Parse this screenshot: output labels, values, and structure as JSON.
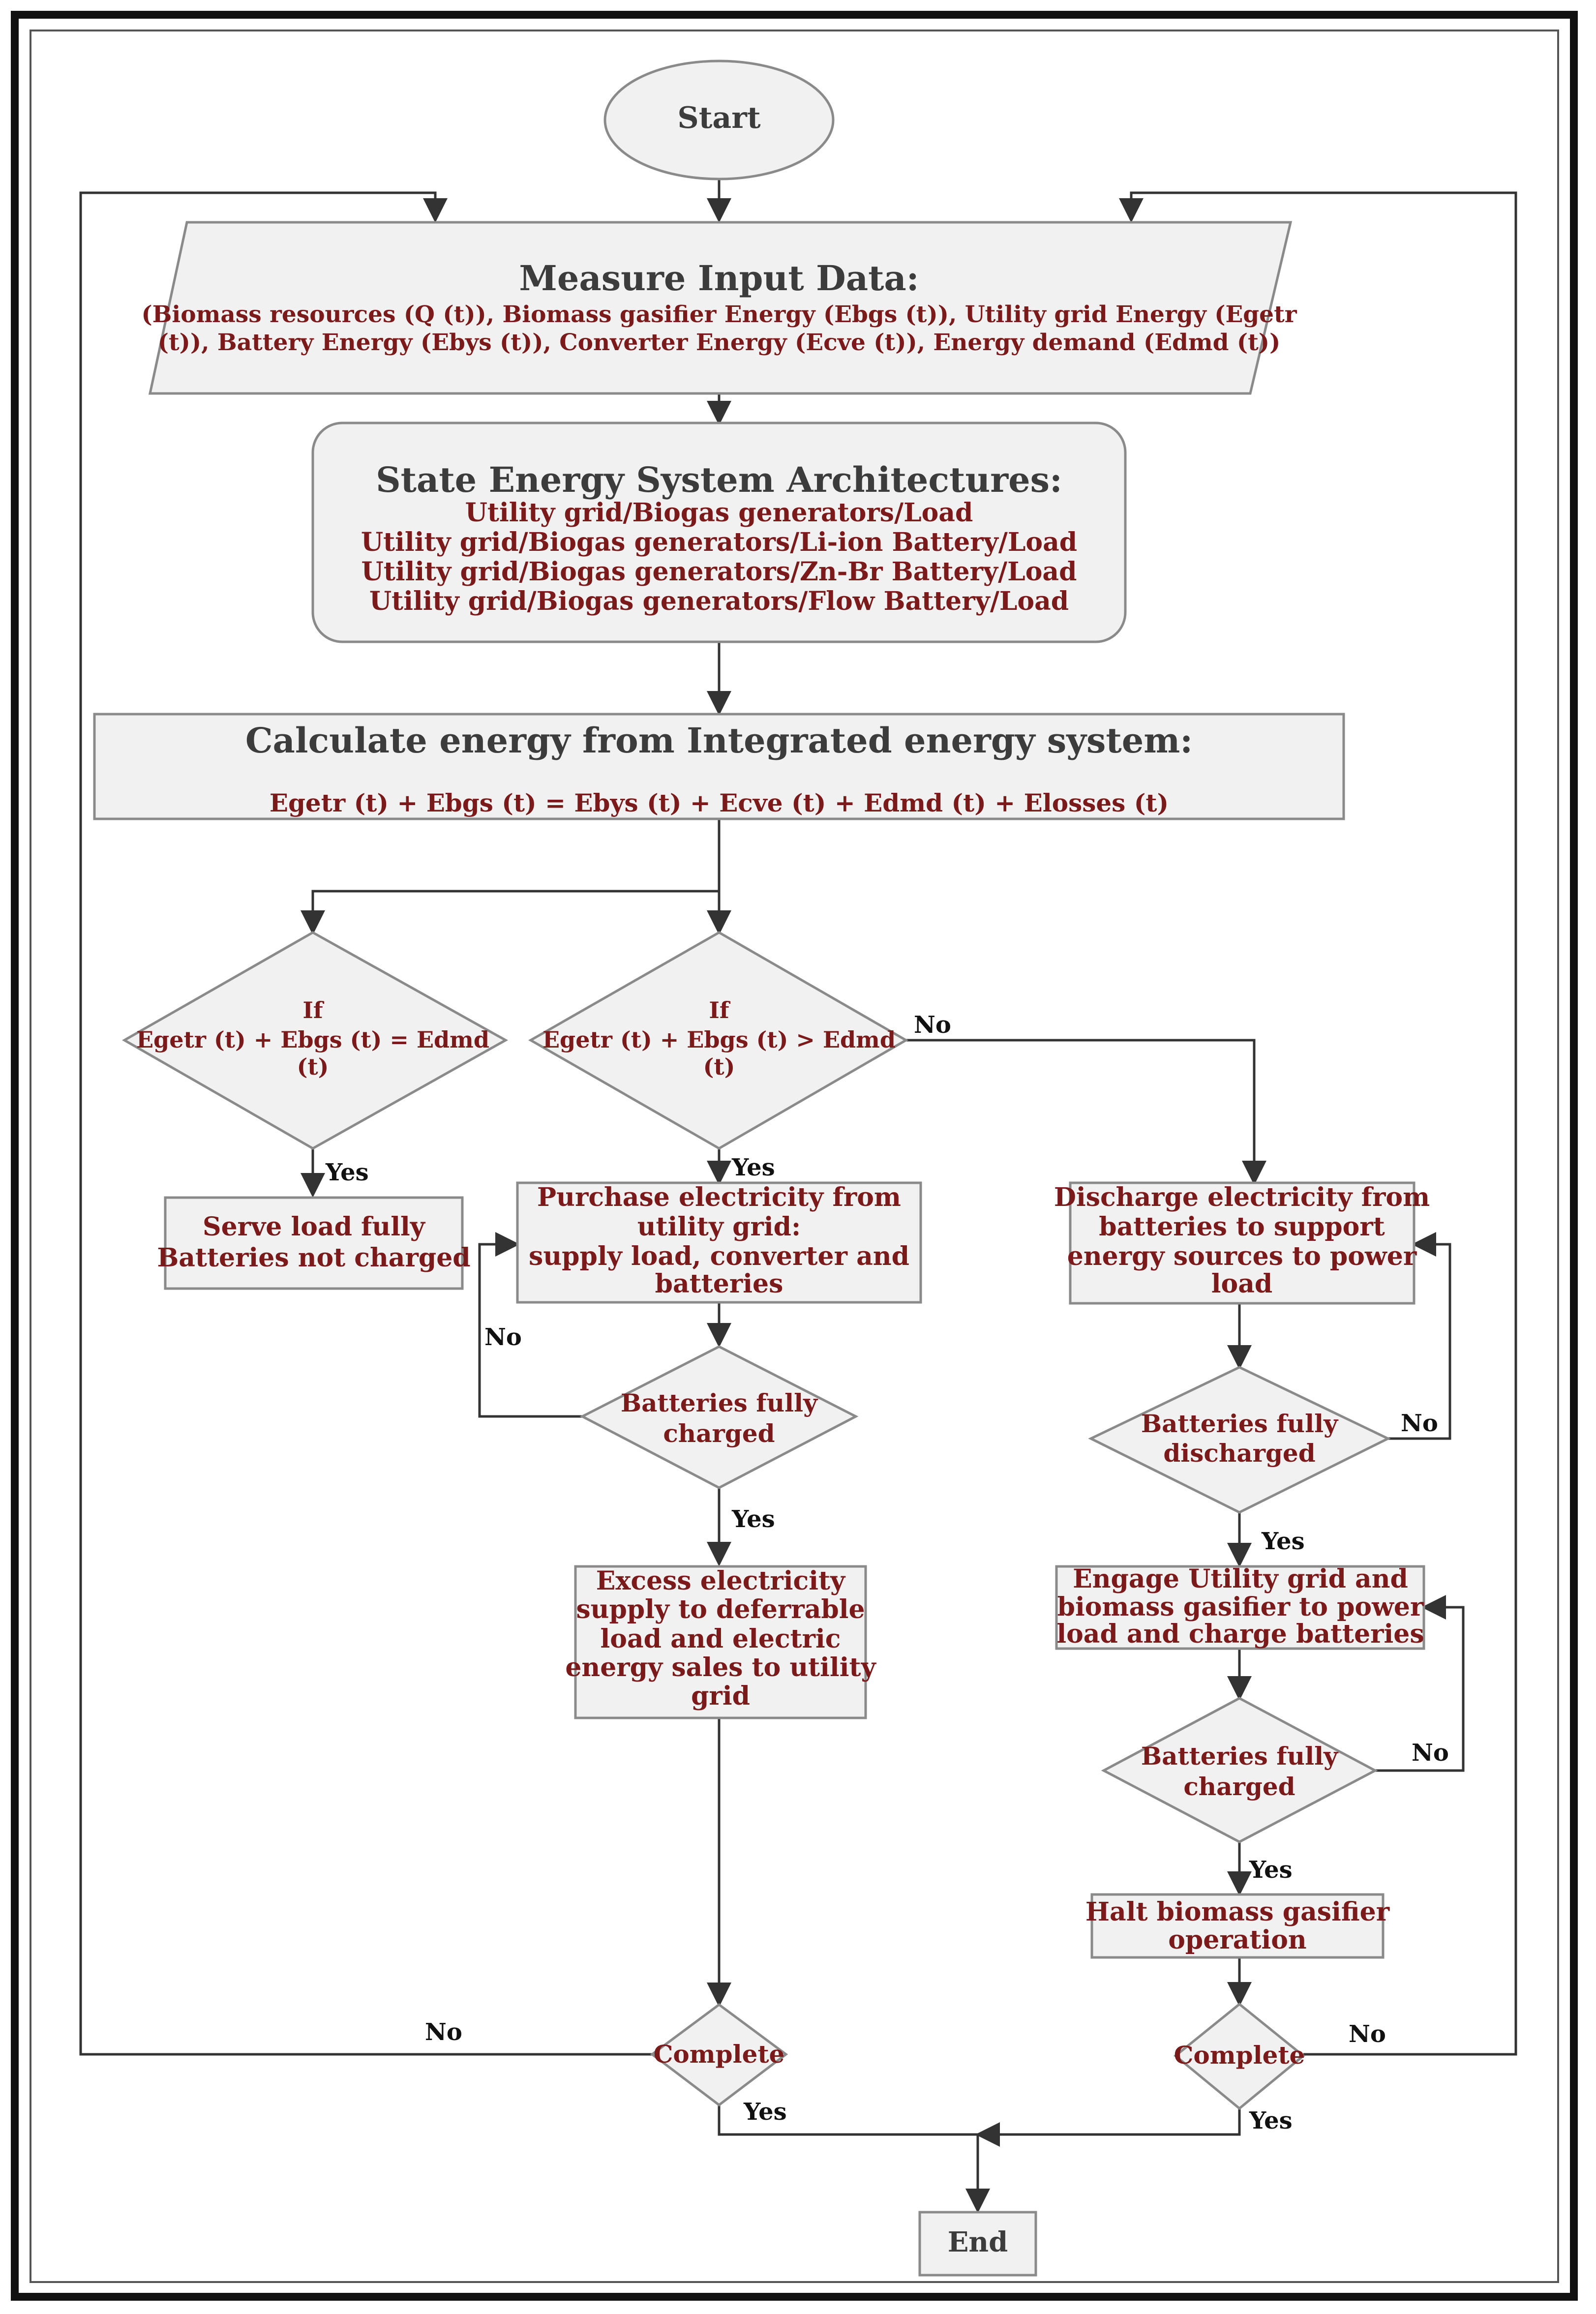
{
  "colors": {
    "node_fill": "#f1f1f1",
    "node_stroke": "#8a8a8a",
    "edge": "#333333",
    "text_dark_red": "#7a1a1a",
    "text_gray": "#3c3c3c",
    "frame": "#111111"
  },
  "nodes": {
    "start": {
      "label": "Start"
    },
    "input": {
      "title": "Measure Input Data:",
      "lines": [
        "(Biomass resources (Q (t)), Biomass gasifier Energy (Ebgs (t)), Utility grid Energy (Egetr",
        "(t)), Battery Energy (Ebys (t)), Converter Energy (Ecve (t)), Energy demand (Edmd (t))"
      ]
    },
    "architectures": {
      "title": "State Energy System Architectures:",
      "lines": [
        "Utility grid/Biogas generators/Load",
        "Utility grid/Biogas generators/Li-ion Battery/Load",
        "Utility grid/Biogas generators/Zn-Br Battery/Load",
        "Utility grid/Biogas generators/Flow Battery/Load"
      ]
    },
    "calculate": {
      "title": "Calculate energy from Integrated energy system:",
      "equation": "Egetr (t) + Ebgs (t) = Ebys (t) + Ecve (t) + Edmd (t) + Elosses (t)"
    },
    "decision_equal": {
      "lines": [
        "If",
        "Egetr (t) + Ebgs (t) = Edmd",
        "(t)"
      ]
    },
    "decision_greater": {
      "lines": [
        "If",
        "Egetr (t) + Ebgs (t) > Edmd",
        "(t)"
      ]
    },
    "serve_load": {
      "lines": [
        "Serve load fully",
        "Batteries not charged"
      ]
    },
    "purchase": {
      "lines": [
        "Purchase electricity from",
        "utility grid:",
        "supply load, converter and",
        "batteries"
      ]
    },
    "discharge": {
      "lines": [
        "Discharge electricity from",
        "batteries to support",
        "energy sources to power",
        "load"
      ]
    },
    "batt_charged_mid": {
      "lines": [
        "Batteries fully",
        "charged"
      ]
    },
    "batt_discharged": {
      "lines": [
        "Batteries fully",
        "discharged"
      ]
    },
    "excess": {
      "lines": [
        "Excess electricity",
        "supply to deferrable",
        "load and electric",
        "energy sales to utility",
        "grid"
      ]
    },
    "engage": {
      "lines": [
        "Engage Utility grid and",
        "biomass gasifier to power",
        "load and charge batteries"
      ]
    },
    "batt_charged_right": {
      "lines": [
        "Batteries fully",
        "charged"
      ]
    },
    "halt": {
      "lines": [
        "Halt biomass gasifier",
        "operation"
      ]
    },
    "complete_mid": {
      "label": "Complete"
    },
    "complete_right": {
      "label": "Complete"
    },
    "end": {
      "label": "End"
    }
  },
  "edge_labels": {
    "equal_yes": "Yes",
    "greater_yes": "Yes",
    "greater_no": "No",
    "charged_mid_no": "No",
    "charged_mid_yes": "Yes",
    "discharged_no": "No",
    "discharged_yes": "Yes",
    "charged_right_no": "No",
    "charged_right_yes": "Yes",
    "complete_mid_no": "No",
    "complete_mid_yes": "Yes",
    "complete_right_no": "No",
    "complete_right_yes": "Yes"
  }
}
